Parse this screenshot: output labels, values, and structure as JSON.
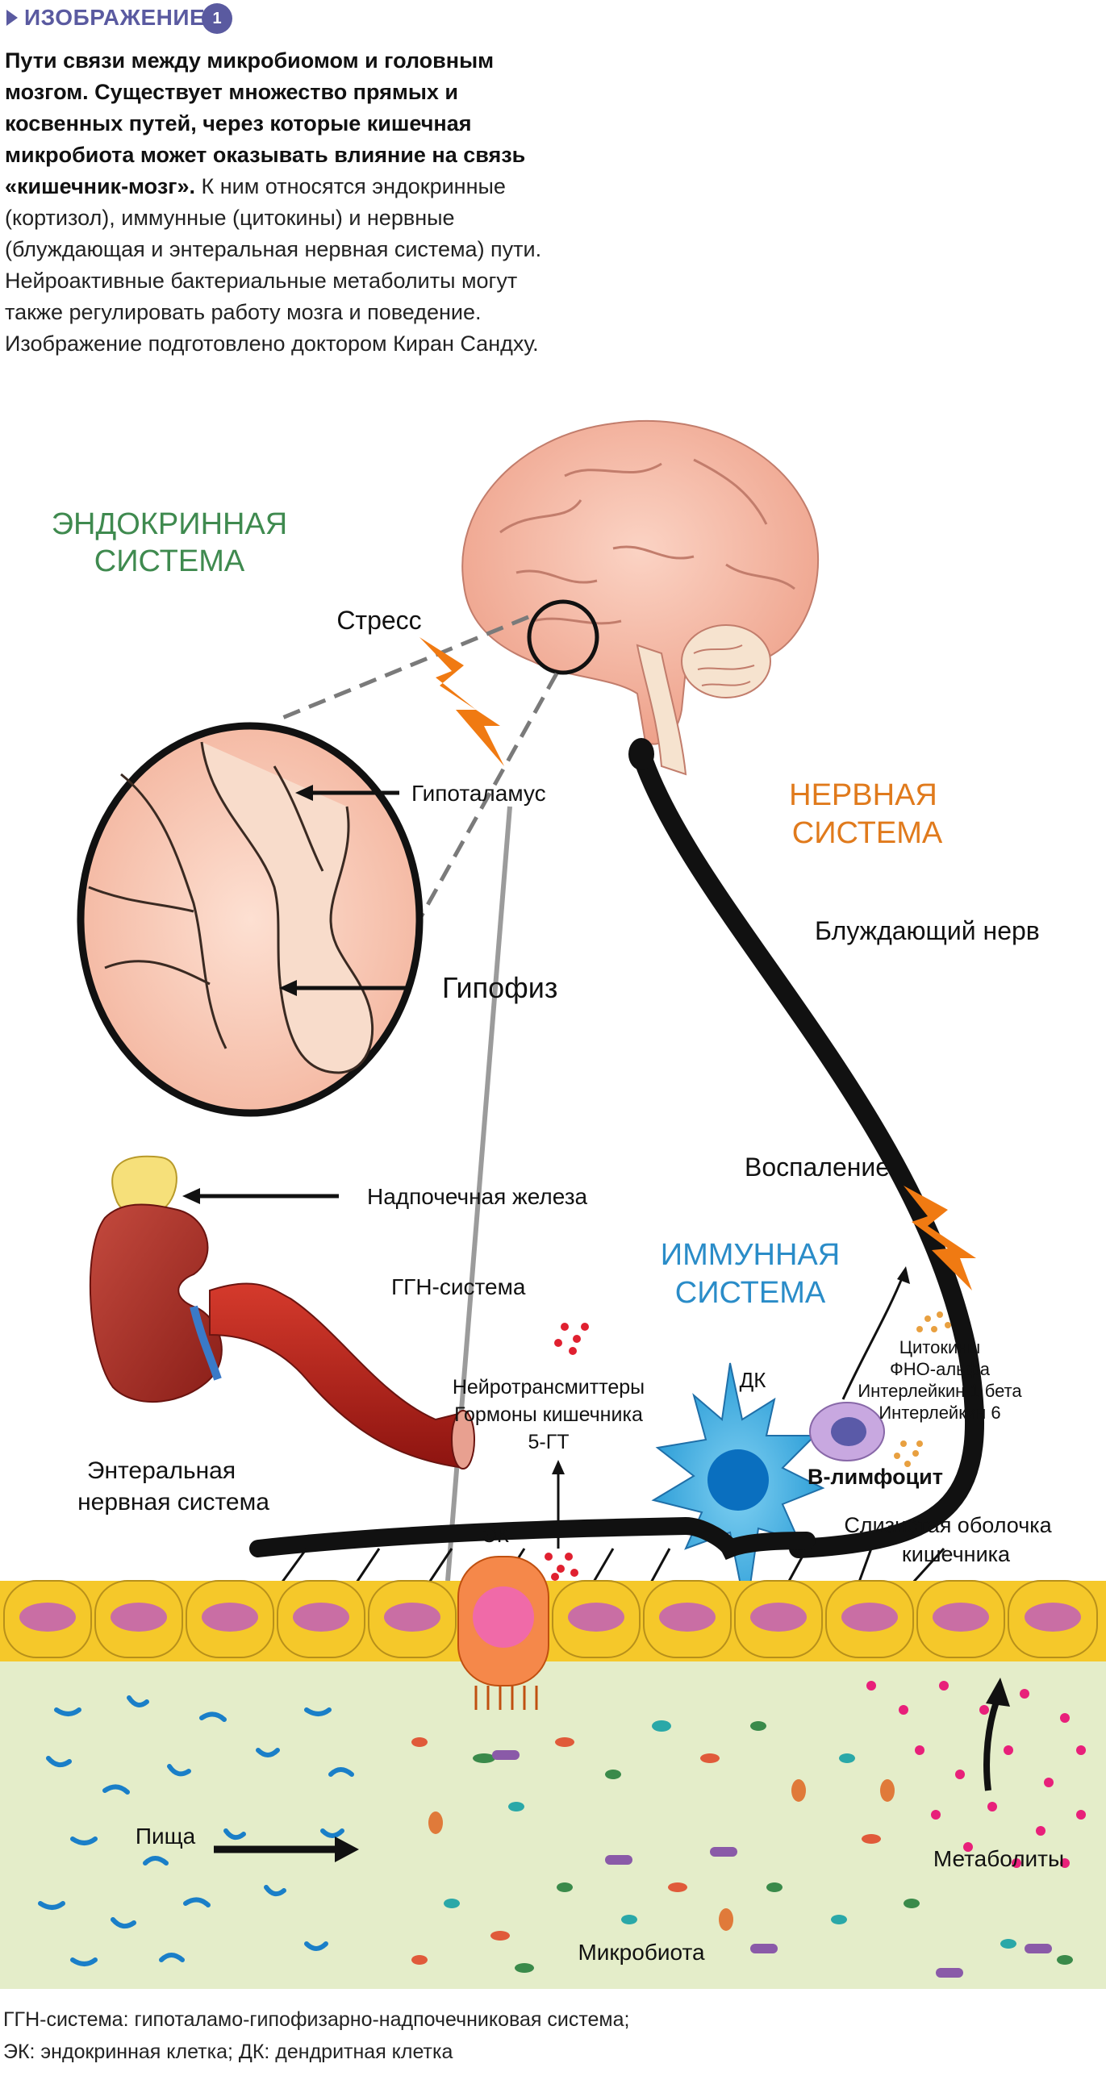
{
  "header": {
    "label": "ИЗОБРАЖЕНИЕ",
    "number": "1"
  },
  "caption": {
    "bold_part": "Пути связи между микробиомом и головным мозгом. Существует множество прямых и косвенных путей, через которые кишечная микробиота может оказывать влияние на связь «кишечник-мозг».",
    "regular_part": " К ним относятся эндокринные (кортизол), иммунные (цитокины) и нервные (блуждающая и энтеральная нервная система) пути. Нейроактивные бактериальные метаболиты могут также регулировать работу мозга и поведение. Изображение подготовлено доктором Киран Сандху."
  },
  "labels": {
    "endocrine_l1": "ЭНДОКРИННАЯ",
    "endocrine_l2": "СИСТЕМА",
    "stress": "Стресс",
    "hypothalamus": "Гипоталамус",
    "pituitary": "Гипофиз",
    "nervous_l1": "НЕРВНАЯ",
    "nervous_l2": "СИСТЕМА",
    "vagus": "Блуждающий нерв",
    "adrenal": "Надпочечная железа",
    "hpa": "ГГН-система",
    "inflammation": "Воспаление",
    "immune_l1": "ИММУННАЯ",
    "immune_l2": "СИСТЕМА",
    "cyto_1": "Цитокины",
    "cyto_2": "ФНО-альфа",
    "cyto_3": "Интерлейкин 1 бета",
    "cyto_4": "Интерлейкин 6",
    "neuro_1": "Нейротрансмиттеры",
    "neuro_2": "Гормоны кишечника",
    "neuro_3": "5-ГТ",
    "dc": "ДК",
    "b_cell": "В-лимфоцит",
    "ens_1": "Энтеральная",
    "ens_2": "нервная система",
    "ek": "ЭК",
    "mucosa_1": "Слизистая оболочка",
    "mucosa_2": "кишечника",
    "food": "Пища",
    "metabolites": "Метаболиты",
    "microbiota": "Микробиота"
  },
  "footnote": {
    "line1": "ГГН-система: гипоталамо-гипофизарно-надпочечниковая система;",
    "line2": "ЭК: эндокринная клетка; ДК: дендритная клетка"
  },
  "colors": {
    "header": "#5a5aa0",
    "endocrine": "#3f8a4f",
    "nervous": "#e07a1c",
    "immune": "#2a8cc8",
    "lightning": "#f07a12",
    "brain": "#f4b5a2",
    "epithelium": "#f5c82a",
    "nucleus": "#c96ea4",
    "lumen": "#e4edc9"
  }
}
